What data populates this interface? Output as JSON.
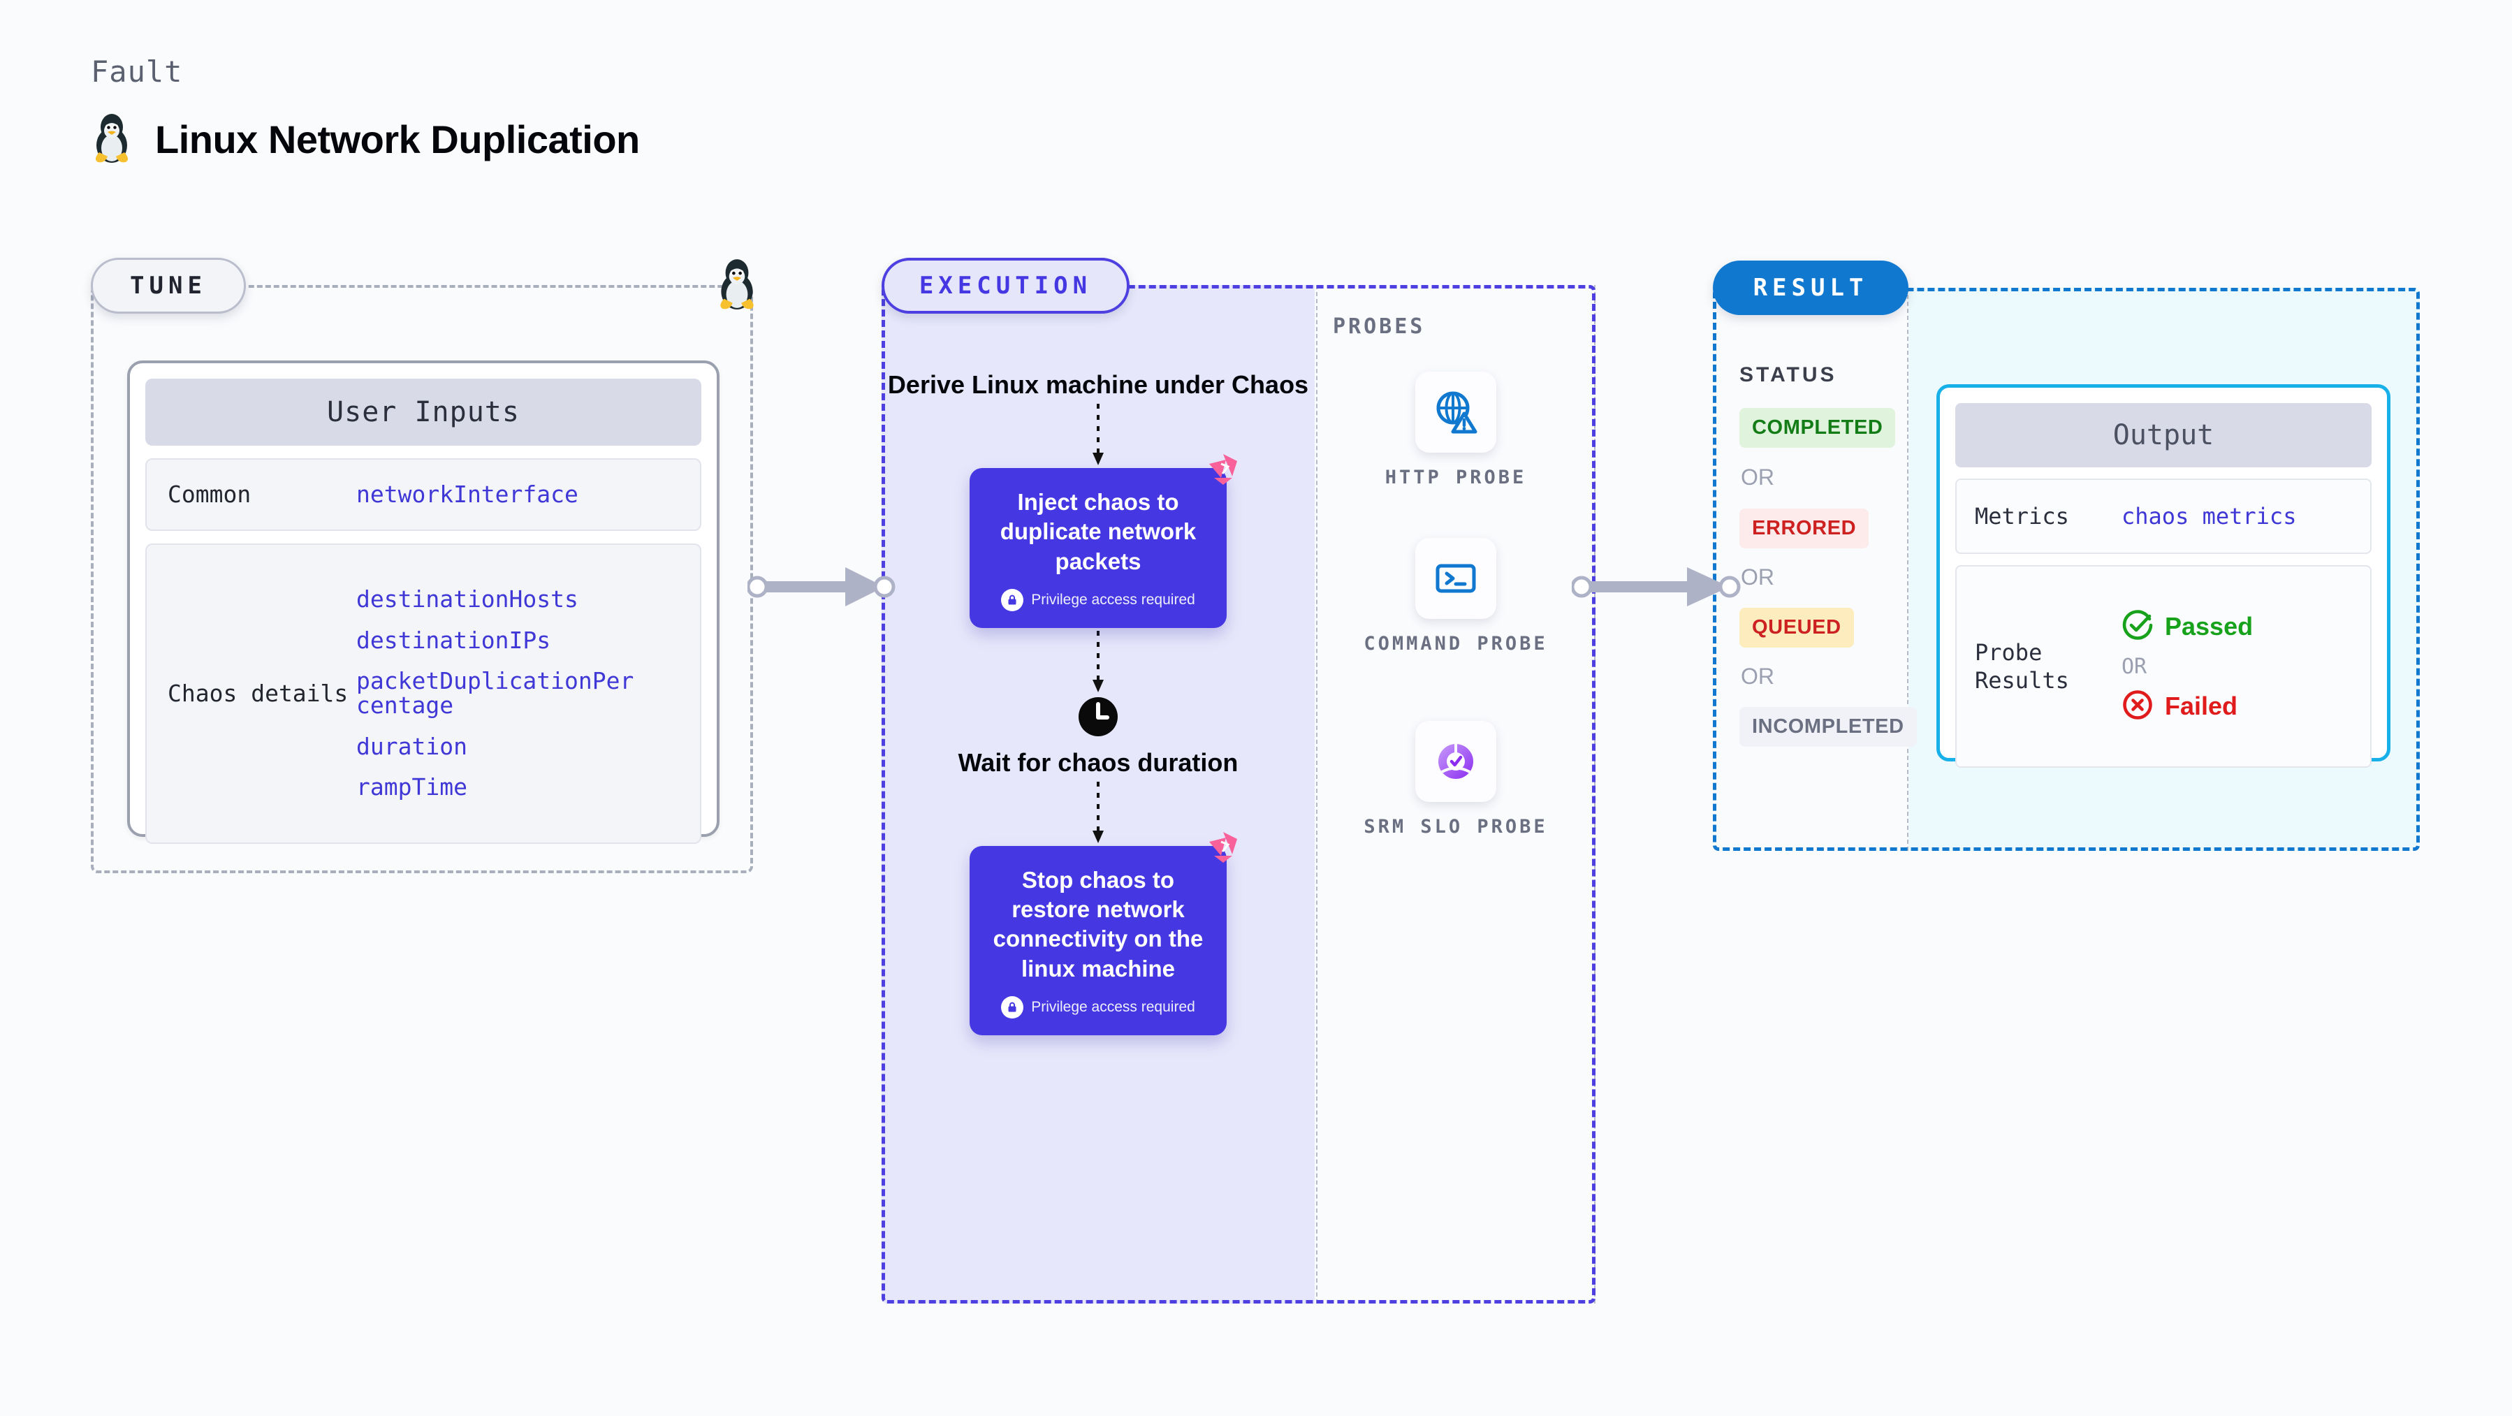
{
  "header": {
    "eyebrow": "Fault",
    "title": "Linux Network Duplication",
    "icon": "linux-penguin-icon"
  },
  "sections": {
    "tune": {
      "pill_label": "TUNE",
      "card_title": "User Inputs",
      "rows": [
        {
          "label": "Common",
          "values": [
            "networkInterface"
          ]
        },
        {
          "label": "Chaos details",
          "values": [
            "destinationHosts",
            "destinationIPs",
            "packetDuplicationPercentage",
            "duration",
            "rampTime"
          ]
        }
      ]
    },
    "execution": {
      "pill_label": "EXECUTION",
      "steps": {
        "derive": "Derive Linux machine under Chaos",
        "inject": "Inject chaos to duplicate network packets",
        "wait": "Wait for chaos duration",
        "stop": "Stop chaos to restore network connectivity on the linux machine"
      },
      "privilege_note": "Privilege access required",
      "badge_icon": "litmus-logo-icon",
      "clock_icon": "clock-icon",
      "lock_icon": "lock-icon"
    },
    "probes": {
      "label": "PROBES",
      "items": [
        {
          "name": "HTTP PROBE",
          "icon": "globe-warning-icon"
        },
        {
          "name": "COMMAND PROBE",
          "icon": "terminal-icon"
        },
        {
          "name": "SRM SLO PROBE",
          "icon": "slo-donut-check-icon"
        }
      ]
    },
    "result": {
      "pill_label": "RESULT",
      "status_label": "STATUS",
      "or_label": "OR",
      "statuses": [
        {
          "label": "COMPLETED",
          "bg": "#dff3dd",
          "fg": "#137c17"
        },
        {
          "label": "ERRORED",
          "bg": "#fdeaea",
          "fg": "#cd2020"
        },
        {
          "label": "QUEUED",
          "bg": "#fdedbe",
          "fg": "#cd2020"
        },
        {
          "label": "INCOMPLETED",
          "bg": "#f1f2f7",
          "fg": "#6a7081"
        }
      ],
      "output": {
        "title": "Output",
        "metrics_label": "Metrics",
        "metrics_value": "chaos metrics",
        "probe_results_label": "Probe Results",
        "passed_label": "Passed",
        "failed_label": "Failed",
        "or_label": "OR",
        "passed_icon": "check-circle-icon",
        "failed_icon": "x-circle-icon"
      }
    }
  },
  "colors": {
    "accent_purple": "#4538e2",
    "accent_blue": "#1178cf",
    "accent_cyan": "#18b0e8",
    "accent_pink": "#f9619a",
    "neutral_gray": "#a9aebd",
    "value_text": "#3f37d6"
  }
}
